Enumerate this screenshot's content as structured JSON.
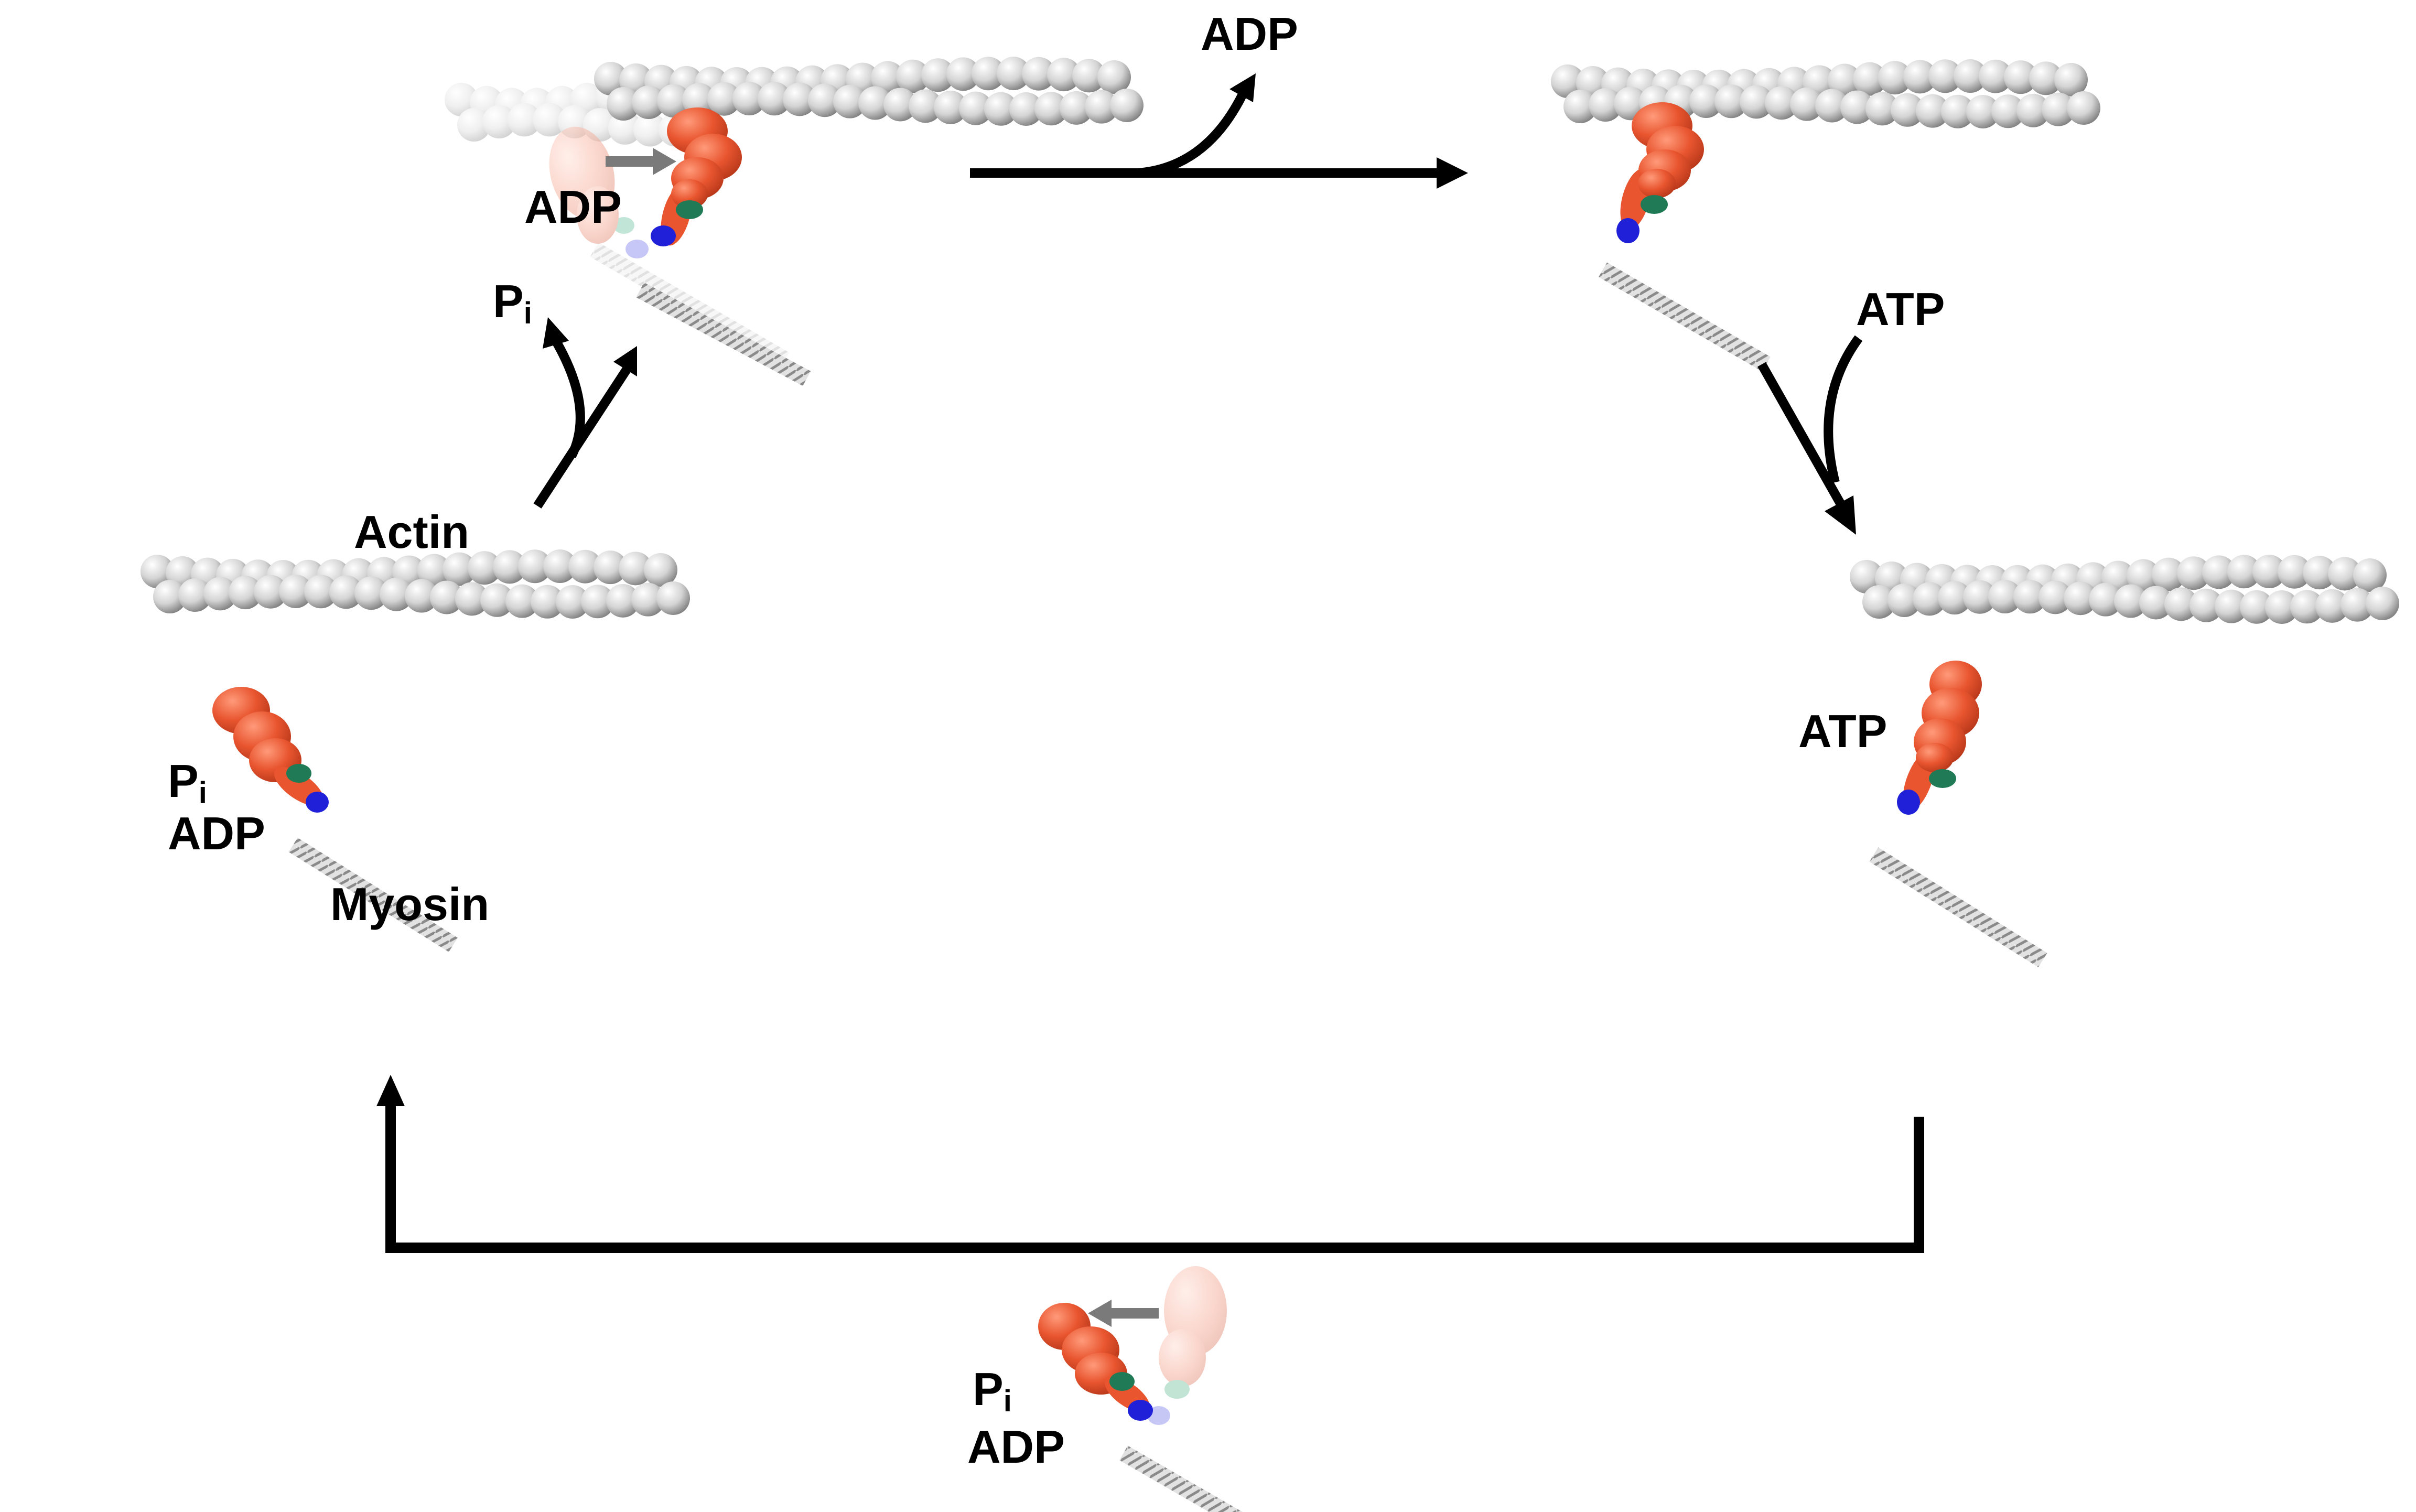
{
  "title": "",
  "labels": {
    "actin": "Actin",
    "myosin": "Myosin",
    "adp": "ADP",
    "atp": "ATP",
    "p": "P",
    "i": "i"
  },
  "colors": {
    "background": "#ffffff",
    "arrow": "#000000",
    "shift_arrow": "#7a7a7a",
    "actin_bead": "#d0d0d0",
    "myosin_head": "#e8552f",
    "myosin_head_faded": "#f6b1a0",
    "light_chain_green": "#1f7a55",
    "light_chain_blue": "#2020d8",
    "myosin_tail": "#bdbdbd"
  },
  "states": [
    {
      "name": "rigor-after-powerstroke",
      "bound_to_actin": true
    },
    {
      "name": "rigor-nucleotide-free",
      "bound_to_actin": true
    },
    {
      "name": "atp-bound-detached",
      "bound_to_actin": false
    },
    {
      "name": "recovery-stroke",
      "bound_to_actin": false
    },
    {
      "name": "pre-powerstroke-adp-pi",
      "bound_to_actin": false
    }
  ],
  "steps": [
    {
      "name": "adp-release",
      "released": "ADP"
    },
    {
      "name": "atp-binding",
      "bound": "ATP"
    },
    {
      "name": "atp-hydrolysis-recovery"
    },
    {
      "name": "actin-binding-pi-release",
      "released": "Pi"
    }
  ]
}
